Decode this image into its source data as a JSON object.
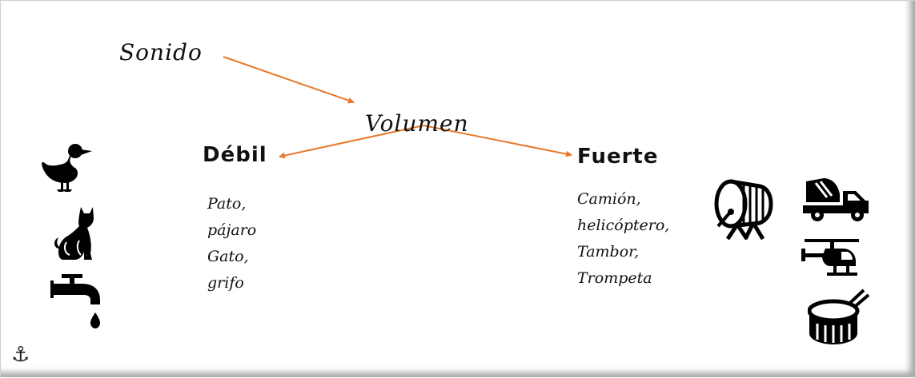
{
  "diagram": {
    "root": "Sonido",
    "middle": "Volumen",
    "left_branch": "Débil",
    "right_branch": "Fuerte"
  },
  "examples_weak": [
    "Pato,",
    "pájaro",
    "Gato,",
    "grifo"
  ],
  "examples_strong": [
    "Camión,",
    "helicóptero,",
    "Tambor,",
    "Trompeta"
  ],
  "icons_left": [
    "duck-icon",
    "cat-icon",
    "faucet-icon"
  ],
  "icons_right": [
    "bass-drum-icon",
    "cement-truck-icon",
    "helicopter-icon",
    "snare-drum-icon"
  ],
  "colors": {
    "arrow": "#E8792B",
    "text": "#111111"
  }
}
